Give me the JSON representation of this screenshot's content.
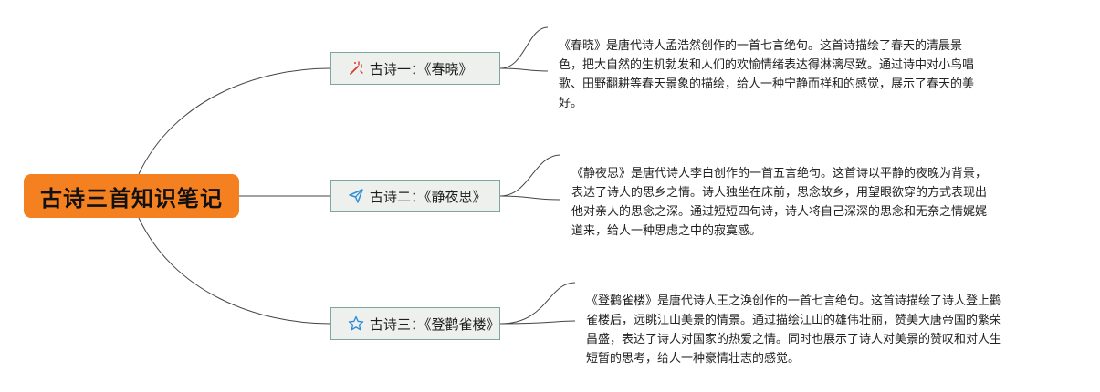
{
  "central_topic": "古诗三首知识笔记",
  "branches": [
    {
      "label": "古诗一：《春晓》",
      "icon": "sparkle-wand-icon",
      "note": "《春晓》是唐代诗人孟浩然创作的一首七言绝句。这首诗描绘了春天的清晨景\n色，把大自然的生机勃发和人们的欢愉情绪表达得淋漓尽致。通过诗中对小鸟唱\n歌、田野翻耕等春天景象的描绘，给人一种宁静而祥和的感觉，展示了春天的美\n好。"
    },
    {
      "label": "古诗二：《静夜思》",
      "icon": "paper-plane-icon",
      "note": "《静夜思》是唐代诗人李白创作的一首五言绝句。这首诗以平静的夜晚为背景，\n表达了诗人的思乡之情。诗人独坐在床前，思念故乡，用望眼欲穿的方式表现出\n他对亲人的思念之深。通过短短四句诗，诗人将自己深深的思念和无奈之情娓娓\n道来，给人一种思虑之中的寂寞感。"
    },
    {
      "label": "古诗三：《登鹳雀楼》",
      "icon": "star-icon",
      "note": "《登鹳雀楼》是唐代诗人王之涣创作的一首七言绝句。这首诗描绘了诗人登上鹳\n雀楼后，远眺江山美景的情景。通过描绘江山的雄伟壮丽，赞美大唐帝国的繁荣\n昌盛，表达了诗人对国家的热爱之情。同时也展示了诗人对美景的赞叹和对人生\n短暂的思考，给人一种豪情壮志的感觉。"
    }
  ],
  "colors": {
    "central_fill": "#f5801f",
    "node_fill": "#eef0ee",
    "node_border": "#7aa99a",
    "connector": "#444444",
    "icon_red": "#d9372b",
    "icon_blue": "#2f8fd6"
  }
}
